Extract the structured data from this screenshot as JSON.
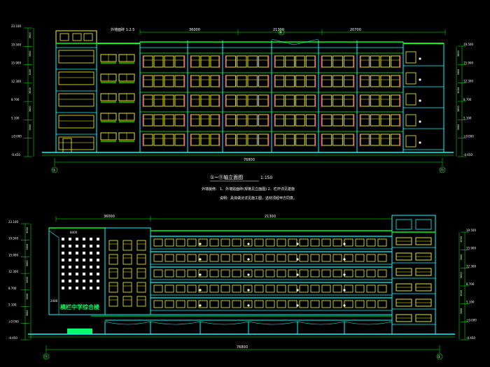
{
  "colors": {
    "background": "#000000",
    "outline": "#00ffff",
    "window_frame": "#ffff00",
    "roof_slab": "#00ff00",
    "mullion": "#ff00ff",
    "dimension": "#00ff00",
    "text": "#ffffff",
    "sign": "#00ff66"
  },
  "top_elevation": {
    "title": "①~⑪轴立面图",
    "scale": "1:150",
    "roof_note": "外墙面砖 1:2.5",
    "notes_label": "外墙装修:",
    "note_line_1": "1、外墙贴面砖(规格见立面图) 2、栏杆详见建施",
    "note_line_2": "说明：具体做法详见施工图，选材须经甲方同意。",
    "total_dim": "76800",
    "axis_left": "①",
    "axis_right": "⑪",
    "axis_mid": "⑥",
    "top_dims": [
      "36000",
      "21300",
      "20700"
    ],
    "left_elevations": [
      "23.100",
      "19.500",
      "15.900",
      "12.300",
      "8.700",
      "5.100",
      "±0.000",
      "-0.450"
    ],
    "left_story_dims": [
      "3600",
      "3600",
      "3600",
      "3600",
      "3600",
      "3600"
    ],
    "right_elevations": [
      "19.500",
      "15.900",
      "12.300",
      "8.700",
      "5.100",
      "±0.000",
      "-0.450"
    ],
    "right_story_dims": [
      "3600",
      "3600",
      "3600",
      "3600",
      "3600"
    ]
  },
  "bottom_elevation": {
    "sign_text": "横栏中学综合楼",
    "total_dim": "76800",
    "axis_left": "⑪",
    "axis_right": "①",
    "top_dims": [
      "36000",
      "21300"
    ],
    "small_label_1": "8400",
    "small_label_2": "2400",
    "left_elevations": [
      "23.100",
      "19.500",
      "15.900",
      "12.300",
      "8.700",
      "5.100",
      "±0.000",
      "-0.450"
    ],
    "left_story_dims": [
      "3600",
      "3600",
      "3600",
      "3600",
      "3600",
      "3600"
    ],
    "right_elevations": [
      "19.500",
      "15.900",
      "12.300",
      "8.700",
      "5.100",
      "±0.000",
      "-0.450"
    ],
    "right_story_dims": [
      "3600",
      "3600",
      "3600",
      "3600",
      "3600"
    ]
  }
}
